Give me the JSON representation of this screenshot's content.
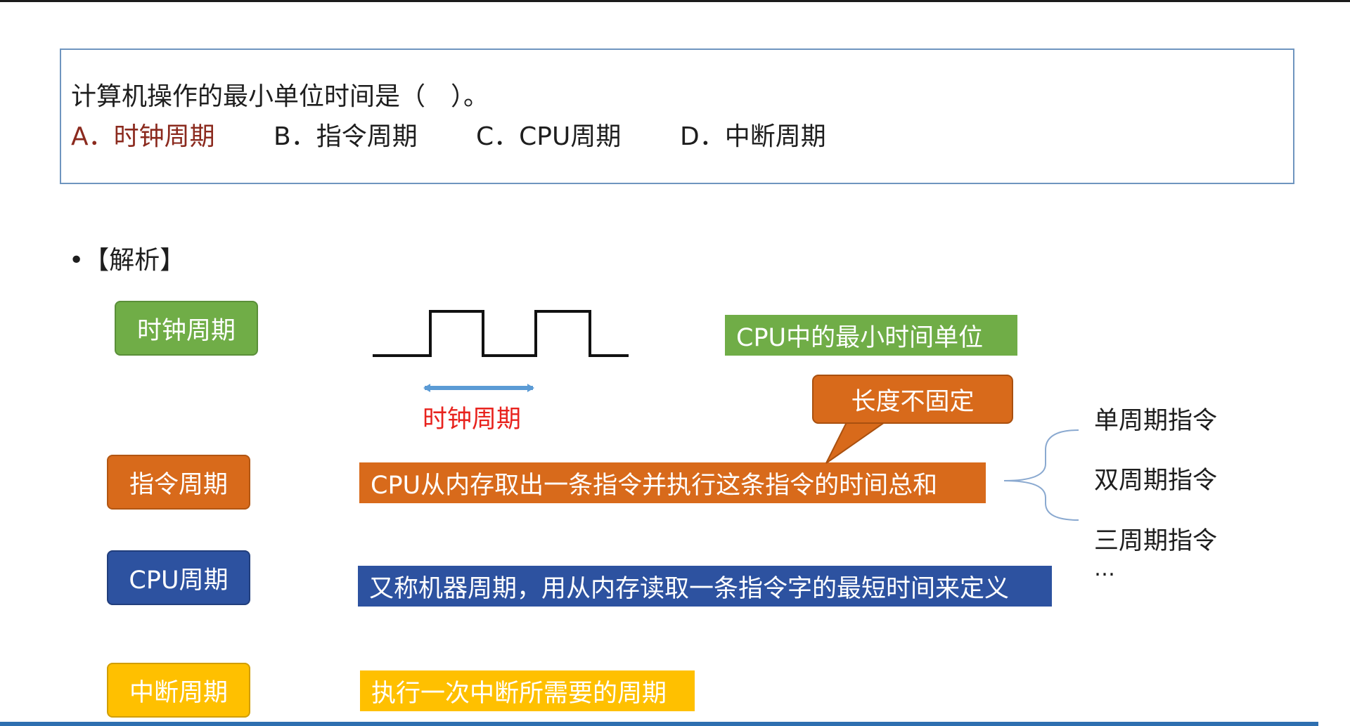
{
  "question": {
    "text": "计算机操作的最小单位时间是（　）。",
    "options": [
      {
        "label": "A．时钟周期",
        "correct": true
      },
      {
        "label": "B．指令周期",
        "correct": false
      },
      {
        "label": "C．CPU周期",
        "correct": false
      },
      {
        "label": "D．中断周期",
        "correct": false
      }
    ]
  },
  "analysis": {
    "title": "•【解析】",
    "terms": [
      {
        "name": "时钟周期",
        "description": "CPU中的最小时间单位",
        "color": "#70ad47"
      },
      {
        "name": "指令周期",
        "description": "CPU从内存取出一条指令并执行这条指令的时间总和",
        "color": "#d86a1b"
      },
      {
        "name": "CPU周期",
        "description": "又称机器周期，用从内存读取一条指令字的最短时间来定义",
        "color": "#2d52a0"
      },
      {
        "name": "中断周期",
        "description": "执行一次中断所需要的周期",
        "color": "#ffc000"
      }
    ],
    "clock_label": "时钟周期",
    "callout": "长度不固定",
    "instruction_types": [
      "单周期指令",
      "双周期指令",
      "三周期指令",
      "…"
    ]
  },
  "colors": {
    "correct_answer": "#8b2a1e",
    "clock_label": "#e8231e",
    "clock_arrow": "#5b9bd5",
    "question_border": "#6f95bf"
  }
}
